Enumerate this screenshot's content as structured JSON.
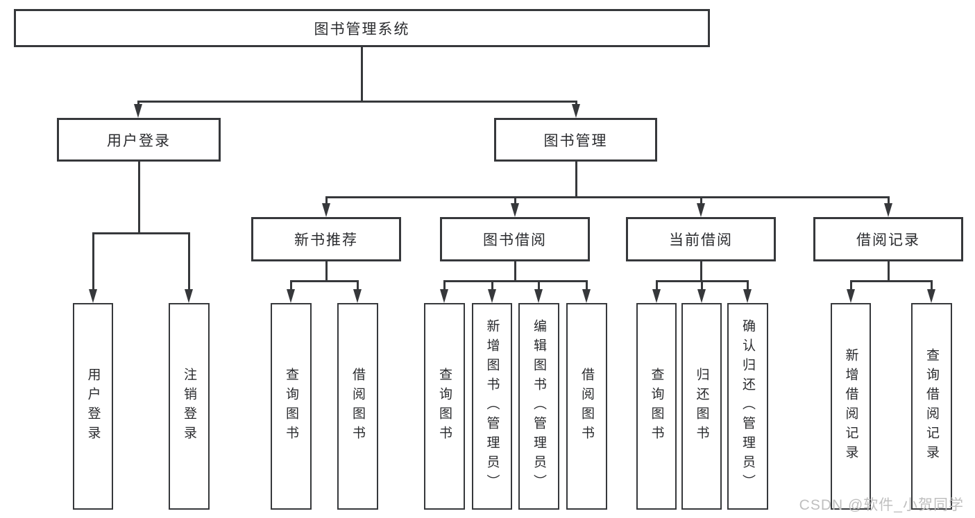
{
  "tree": {
    "root": {
      "label": "图书管理系统",
      "children": [
        {
          "label": "用户登录",
          "children": [
            {
              "label": "用户登录"
            },
            {
              "label": "注销登录"
            }
          ]
        },
        {
          "label": "图书管理",
          "children": [
            {
              "label": "新书推荐",
              "children": [
                {
                  "label": "查询图书"
                },
                {
                  "label": "借阅图书"
                }
              ]
            },
            {
              "label": "图书借阅",
              "children": [
                {
                  "label": "查询图书"
                },
                {
                  "label": "新增图书（管理员）"
                },
                {
                  "label": "编辑图书（管理员）"
                },
                {
                  "label": "借阅图书"
                }
              ]
            },
            {
              "label": "当前借阅",
              "children": [
                {
                  "label": "查询图书"
                },
                {
                  "label": "归还图书"
                },
                {
                  "label": "确认归还（管理员）"
                }
              ]
            },
            {
              "label": "借阅记录",
              "children": [
                {
                  "label": "新增借阅记录"
                },
                {
                  "label": "查询借阅记录"
                }
              ]
            }
          ]
        }
      ]
    }
  },
  "watermark": {
    "text": "CSDN @软件_小贺同学"
  },
  "colors": {
    "line": "#36383b",
    "text": "#2a2b2e",
    "watermark": "#bfbfbf",
    "background": "#ffffff"
  }
}
